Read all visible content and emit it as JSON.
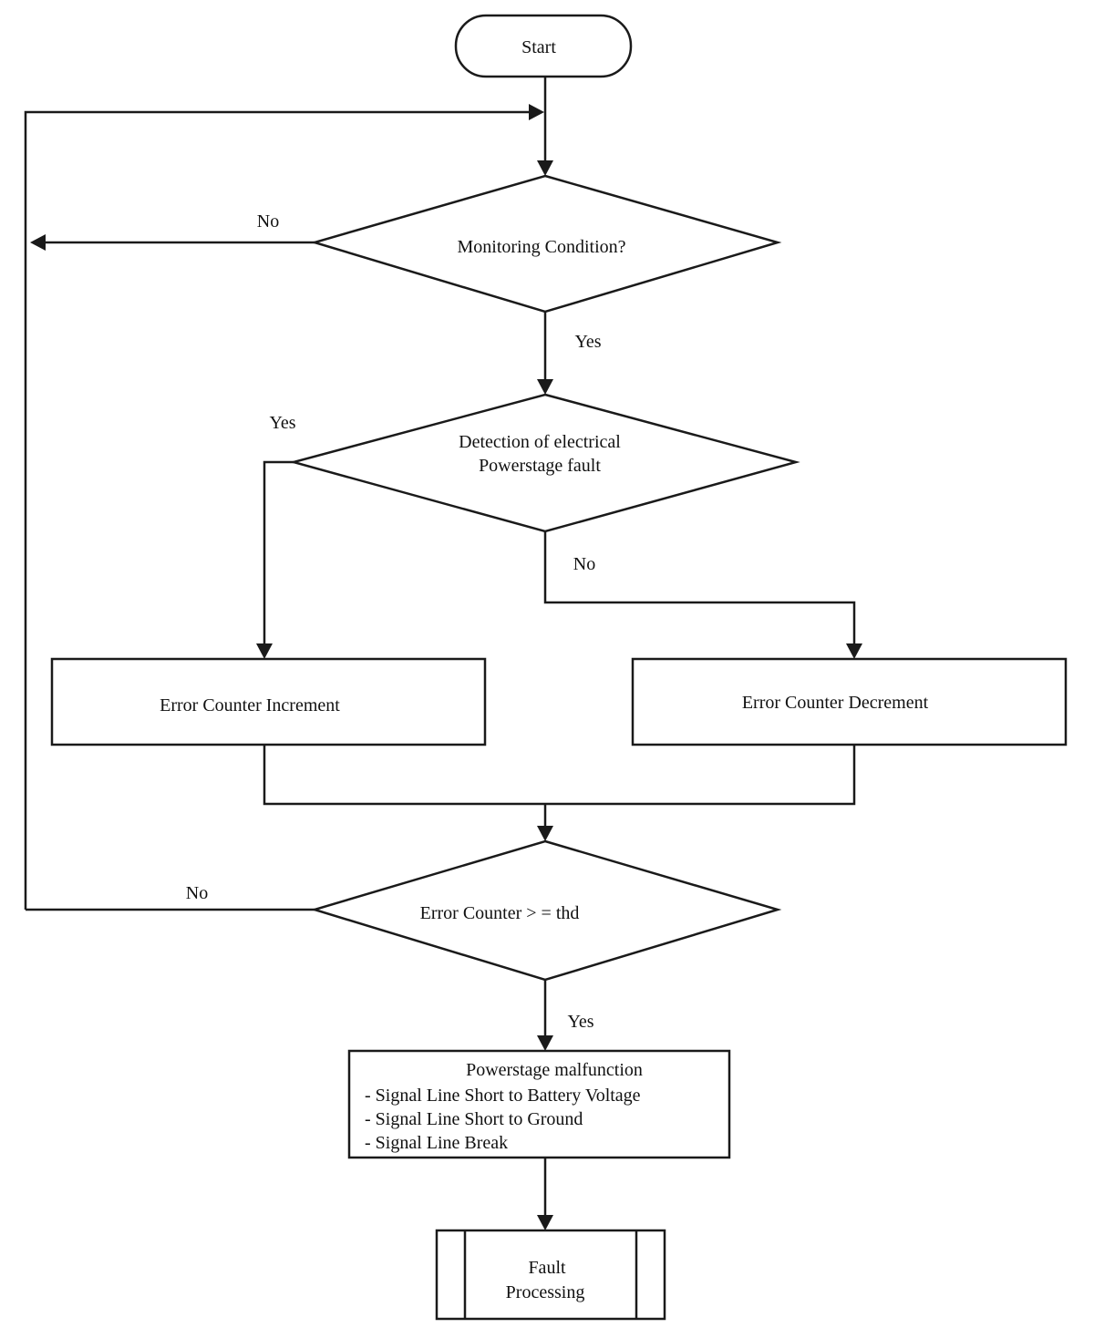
{
  "flowchart": {
    "start": "Start",
    "monitoring_condition": "Monitoring Condition?",
    "detection_line1": "Detection of electrical",
    "detection_line2": "Powerstage fault",
    "increment": "Error Counter Increment",
    "decrement": "Error Counter Decrement",
    "threshold": "Error Counter > = thd",
    "malfunction_title": "Powerstage malfunction",
    "malfunction_items": [
      "- Signal Line Short to Battery Voltage",
      "- Signal Line Short to Ground",
      "- Signal Line Break"
    ],
    "fault_line1": "Fault",
    "fault_line2": "Processing",
    "labels": {
      "monitoring_no": "No",
      "monitoring_yes": "Yes",
      "detection_yes": "Yes",
      "detection_no": "No",
      "threshold_no": "No",
      "threshold_yes": "Yes"
    }
  }
}
